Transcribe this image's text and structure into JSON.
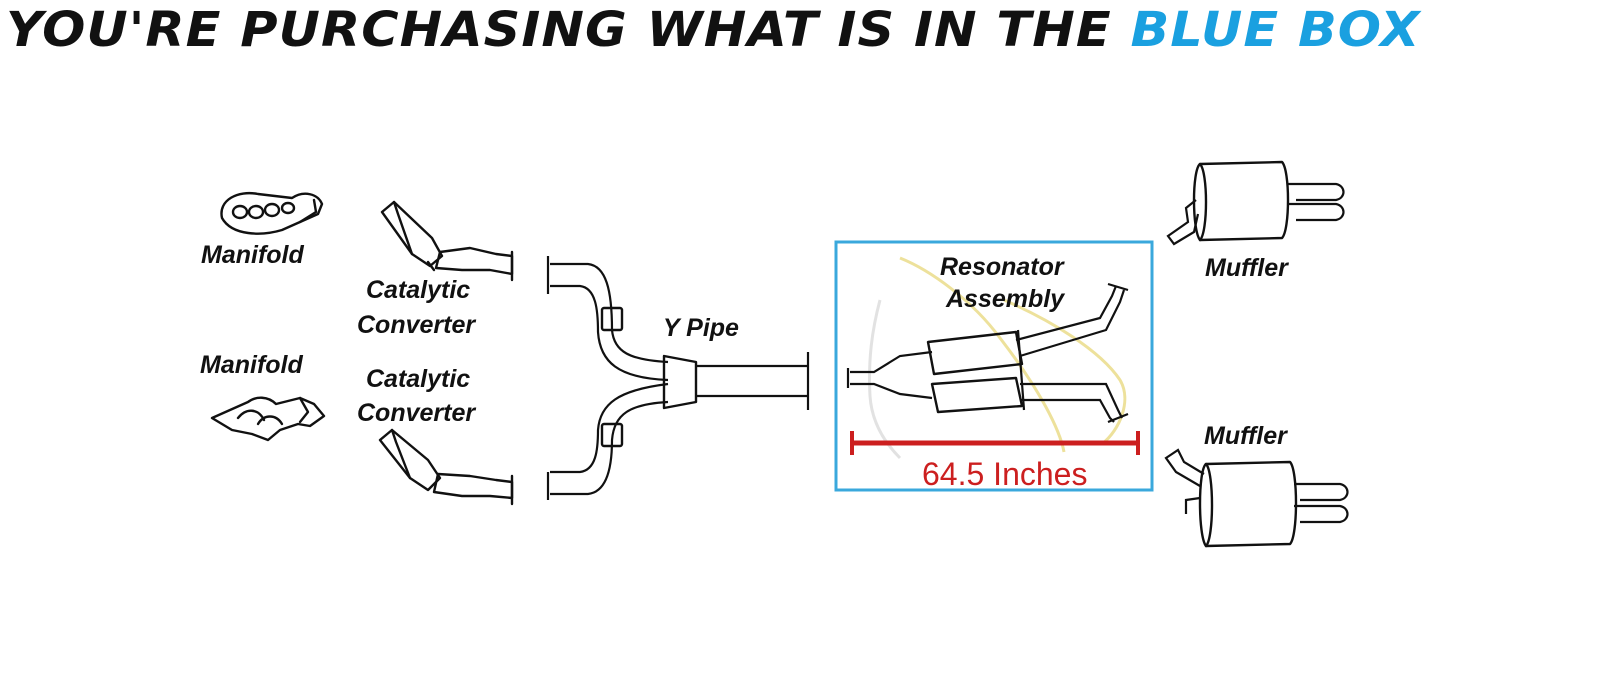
{
  "headline": {
    "text": "YOU'RE PURCHASING WHAT IS IN THE",
    "accent_text": "BLUE BOX"
  },
  "labels": {
    "manifold_top": "Manifold",
    "manifold_bottom": "Manifold",
    "catalytic_top_1": "Catalytic",
    "catalytic_top_2": "Converter",
    "catalytic_bottom_1": "Catalytic",
    "catalytic_bottom_2": "Converter",
    "y_pipe": "Y Pipe",
    "resonator_1": "Resonator",
    "resonator_2": "Assembly",
    "muffler_top": "Muffler",
    "muffler_bottom": "Muffler",
    "measurement": "64.5 Inches"
  },
  "colors": {
    "accent": "#1aa0e0",
    "box_border": "#3aa8dc",
    "measure": "#cc1f1f",
    "ink": "#111111",
    "watermark": "#e8d77a"
  }
}
